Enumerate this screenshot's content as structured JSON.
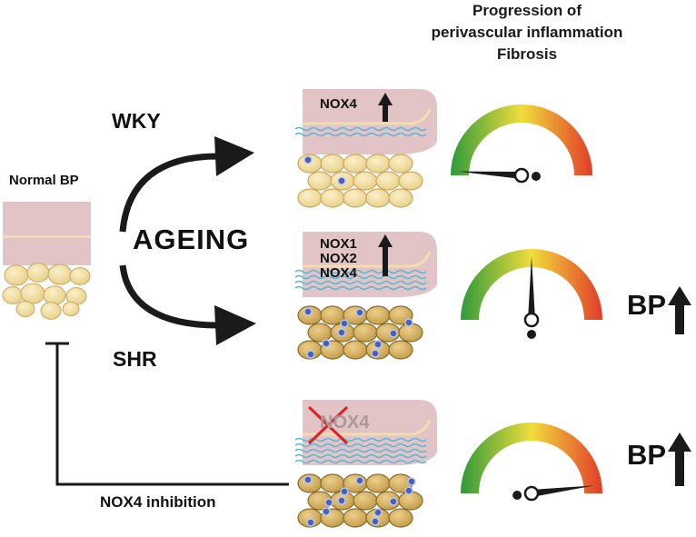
{
  "header": {
    "title_lines": [
      "Progression of",
      "perivascular inflammation",
      "Fibrosis"
    ]
  },
  "left": {
    "normal_bp_label": "Normal BP",
    "ageing_label": "AGEING",
    "wky_label": "WKY",
    "shr_label": "SHR",
    "inhibition_label": "NOX4 inhibition"
  },
  "rows": [
    {
      "nox_labels": [
        "NOX4"
      ],
      "nox_up": true,
      "bp_label": "",
      "gauge_level": 0.02
    },
    {
      "nox_labels": [
        "NOX1",
        "NOX2",
        "NOX4"
      ],
      "nox_up": true,
      "bp_label": "BP",
      "gauge_level": 0.5
    },
    {
      "nox_labels": [
        "NOX4"
      ],
      "nox_up": false,
      "nox_crossed": true,
      "bp_label": "BP",
      "gauge_level": 0.96
    }
  ],
  "colors": {
    "vessel_wall": "#e3c4c6",
    "vessel_edge": "#f2ddb0",
    "fat_light": "#f7e6b0",
    "fat_dark": "#d7b66a",
    "collagen": "#58b8d8",
    "immune_cell": "#4a5fb8",
    "gauge_start": "#2f9a3a",
    "gauge_mid": "#f0dd3c",
    "gauge_end": "#e23c28",
    "cross": "#e02020"
  }
}
